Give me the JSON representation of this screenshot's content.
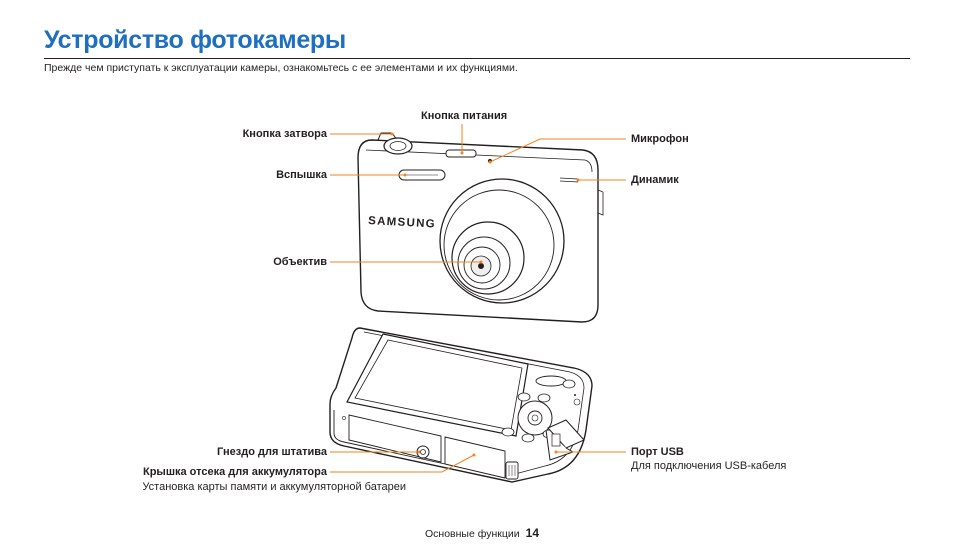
{
  "page": {
    "title": "Устройство фотокамеры",
    "intro": "Прежде чем приступать к эксплуатации камеры, ознакомьтесь с ее элементами и их функциями."
  },
  "labels": {
    "shutter": "Кнопка затвора",
    "flash": "Вспышка",
    "lens": "Объектив",
    "power": "Кнопка питания",
    "microphone": "Микрофон",
    "speaker": "Динамик",
    "tripod": "Гнездо для штатива",
    "battery_cover": "Крышка отсека для аккумулятора",
    "battery_cover_desc": "Установка карты памяти и аккумуляторной батареи",
    "usb_port": "Порт USB",
    "usb_port_desc": "Для подключения USB-кабеля"
  },
  "camera": {
    "brand": "SAMSUNG"
  },
  "footer": {
    "section": "Основные функции",
    "page_number": "14"
  },
  "colors": {
    "title": "#1f6fc0",
    "callout": "#f58220"
  }
}
